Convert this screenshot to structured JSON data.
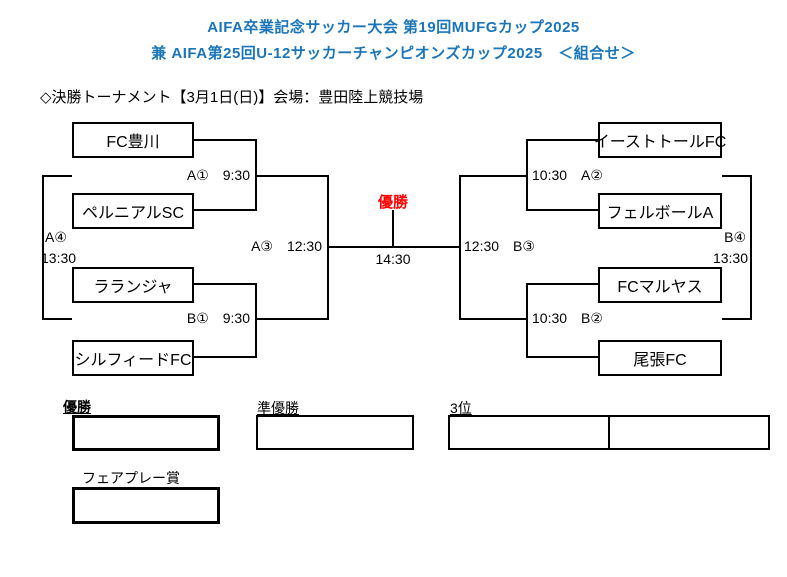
{
  "header": {
    "title_line1": "AIFA卒業記念サッカー大会 第19回MUFGカップ2025",
    "title_line2": "兼 AIFA第25回U-12サッカーチャンピオンズカップ2025　＜組合せ＞",
    "subtitle": "◇決勝トーナメント【3月1日(日)】会場：豊田陸上競技場",
    "title_color": "#1B75BB"
  },
  "bracket": {
    "teams_left": [
      "FC豊川",
      "ペルニアルSC",
      "ラランジャ",
      "シルフィードFC"
    ],
    "teams_right": [
      "イーストトールFC",
      "フェルボールA",
      "FCマルヤス",
      "尾張FC"
    ],
    "labels": {
      "a1": "A①　9:30",
      "b1": "B①　9:30",
      "a3": "A③　12:30",
      "a2": "10:30　A②",
      "b2": "10:30　B②",
      "b3": "12:30　B③",
      "a4": "A④",
      "a4_time": "13:30",
      "b4": "B④",
      "b4_time": "13:30",
      "final_time": "14:30"
    },
    "champion_label": "優勝",
    "champion_color": "#FF0000"
  },
  "results": {
    "winner_label": "優勝",
    "runner_up_label": "準優勝",
    "third_label": "3位",
    "fair_play_label": "フェアプレー賞"
  }
}
